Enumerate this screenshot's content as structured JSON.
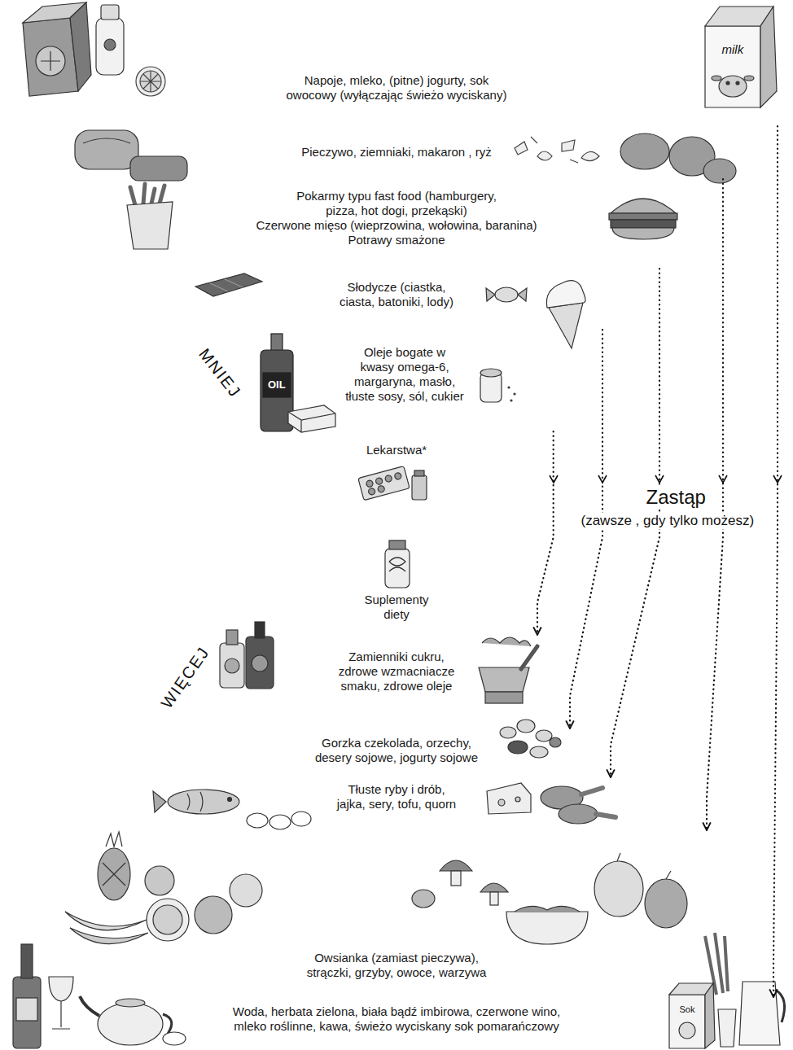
{
  "diagram": {
    "nodes": [
      {
        "text": [
          "Napoje, mleko, (pitne) jogurty, sok owocowy (wyłączając świeżo wyciskany)"
        ]
      },
      {
        "text": [
          "Pieczywo, ziemniaki, makaron , ryż"
        ]
      },
      {
        "text": [
          "Pokarmy typu fast food (hamburgery, pizza, hot dogi, przekąski)",
          "Czerwone mięso (wieprzowina, wołowina, baranina)",
          "Potrawy smażone"
        ]
      },
      {
        "text": [
          "Słodycze (ciastka, ciasta, batoniki, lody)"
        ]
      },
      {
        "text": [
          "Oleje bogate w kwasy omega-6, margaryna, masło, tłuste sosy, sól, cukier"
        ]
      },
      {
        "text": [
          "Lekarstwa*"
        ]
      },
      {
        "text": [
          "Suplementy diety"
        ]
      },
      {
        "text": [
          "Zamienniki cukru, zdrowe wzmacniacze smaku, zdrowe oleje"
        ]
      },
      {
        "text": [
          "Gorzka czekolada, orzechy, desery sojowe, jogurty sojowe"
        ]
      },
      {
        "text": [
          "Tłuste ryby i drób, jajka, sery, tofu, quorn"
        ]
      },
      {
        "text": [
          "Owsianka (zamiast pieczywa), strączki, grzyby, owoce, warzywa"
        ]
      },
      {
        "text": [
          "Woda, herbata zielona, biała bądź imbirowa, czerwone wino, mleko roślinne, kawa, świeżo wyciskany sok pomarańczowy"
        ]
      }
    ],
    "edges": [
      {
        "from": 0,
        "to": 11,
        "arrow": "to"
      },
      {
        "from": 1,
        "to": 10,
        "arrow": "to"
      },
      {
        "from": 2,
        "to": 9,
        "arrow": "to"
      },
      {
        "from": 3,
        "to": 8,
        "arrow": "to"
      },
      {
        "from": 4,
        "to": 7,
        "arrow": "to"
      }
    ],
    "labels": [
      "MNIEJ",
      "WIĘCEJ",
      "Zastąp",
      "(zawsze , gdy tylko możesz)",
      "OIL",
      "milk",
      "Sok"
    ]
  }
}
